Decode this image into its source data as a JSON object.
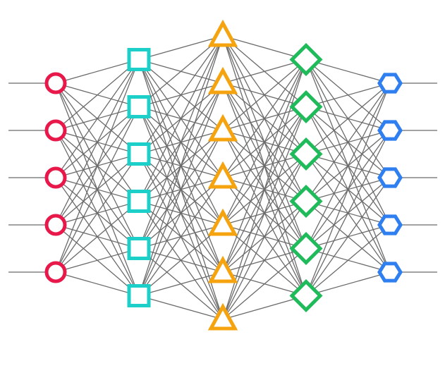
{
  "diagram": {
    "type": "neural-network",
    "edge_color": "#6b6b6b",
    "fully_connected": true,
    "input_stubs": true,
    "output_stubs": true,
    "layers": [
      {
        "name": "input",
        "shape": "circle",
        "color": "#e8194a",
        "nodes": 5
      },
      {
        "name": "hidden-1",
        "shape": "square",
        "color": "#1ccfc9",
        "nodes": 6
      },
      {
        "name": "hidden-2",
        "shape": "triangle",
        "color": "#f5a30f",
        "nodes": 7
      },
      {
        "name": "hidden-3",
        "shape": "diamond",
        "color": "#1fba5a",
        "nodes": 6
      },
      {
        "name": "output",
        "shape": "hexagon",
        "color": "#2f7ff0",
        "nodes": 5
      }
    ]
  }
}
